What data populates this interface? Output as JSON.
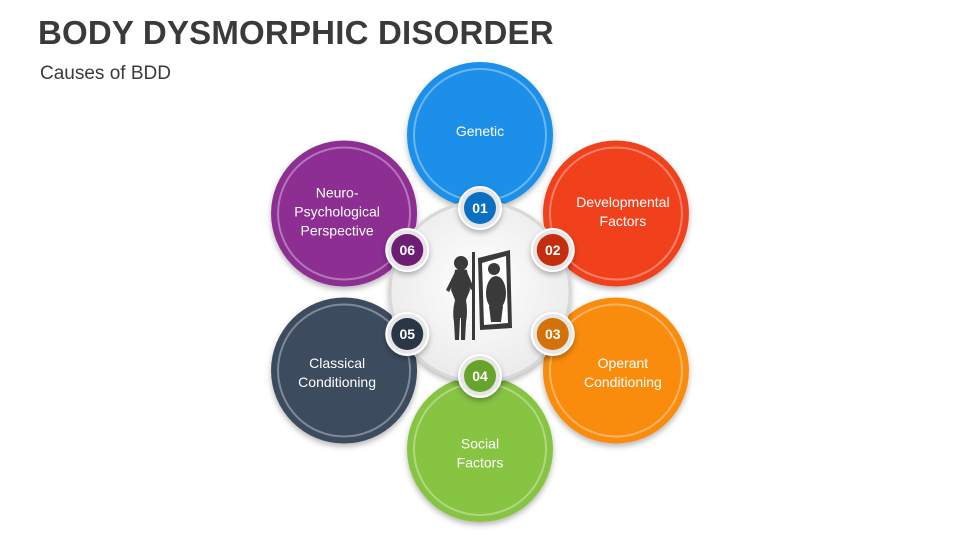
{
  "header": {
    "title": "BODY DYSMORPHIC DISORDER",
    "subtitle": "Causes of BDD"
  },
  "center": {
    "image": "person-mirror-icon"
  },
  "items": [
    {
      "number": "01",
      "lines": [
        "Genetic"
      ],
      "color": "#1a8fe8",
      "dark": "#0b6fc2"
    },
    {
      "number": "02",
      "lines": [
        "Developmental",
        "Factors"
      ],
      "color": "#f1411d",
      "dark": "#c52d0f"
    },
    {
      "number": "03",
      "lines": [
        "Operant",
        "Conditioning"
      ],
      "color": "#f98c10",
      "dark": "#d3720a"
    },
    {
      "number": "04",
      "lines": [
        "Social",
        "Factors"
      ],
      "color": "#86c443",
      "dark": "#67a42b"
    },
    {
      "number": "05",
      "lines": [
        "Classical",
        "Conditioning"
      ],
      "color": "#3d4b5f",
      "dark": "#2a3546"
    },
    {
      "number": "06",
      "lines": [
        "Neuro-",
        "Psychological",
        "Perspective"
      ],
      "color": "#8d2e92",
      "dark": "#6c1f72"
    }
  ]
}
